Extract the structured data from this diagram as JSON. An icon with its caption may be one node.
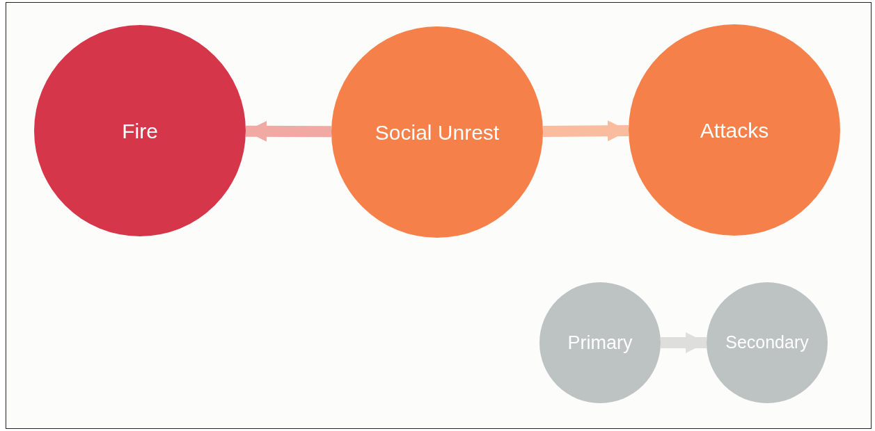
{
  "diagram": {
    "nodes": [
      {
        "text": [
          "Fire"
        ]
      },
      {
        "text": [
          "Social Unrest"
        ]
      },
      {
        "text": [
          "Attacks"
        ]
      },
      {
        "text": [
          "Primary"
        ]
      },
      {
        "text": [
          "Secondary"
        ]
      }
    ],
    "edges": [
      {
        "from": 1,
        "to": 0,
        "arrow": "to",
        "color": "#f0aaa3"
      },
      {
        "from": 1,
        "to": 2,
        "arrow": "to",
        "color": "#f9bc9e"
      },
      {
        "from": 3,
        "to": 4,
        "arrow": "to",
        "color": "#dedfdd"
      }
    ]
  }
}
